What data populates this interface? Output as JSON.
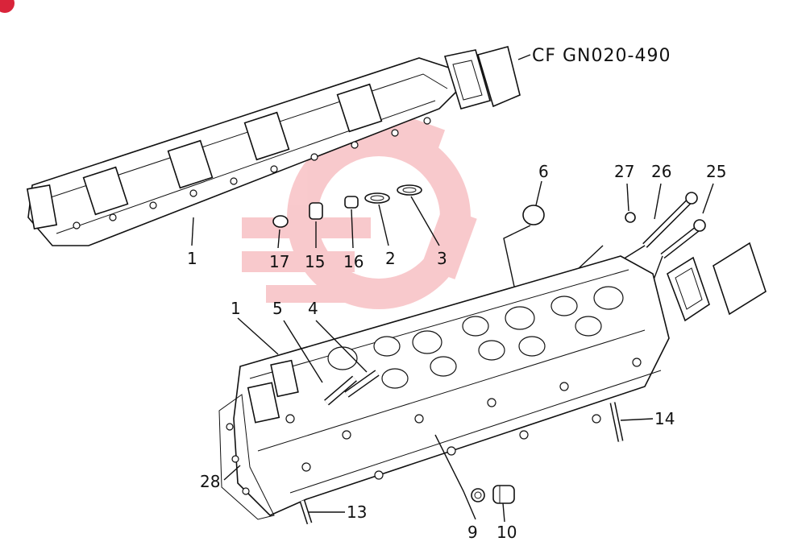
{
  "reference": {
    "text": "CF GN020-490"
  },
  "callouts": [
    {
      "id": "17",
      "label": "17"
    },
    {
      "id": "15",
      "label": "15"
    },
    {
      "id": "16",
      "label": "16"
    },
    {
      "id": "2",
      "label": "2"
    },
    {
      "id": "3",
      "label": "3"
    },
    {
      "id": "1-top",
      "label": "1"
    },
    {
      "id": "6",
      "label": "6"
    },
    {
      "id": "27",
      "label": "27"
    },
    {
      "id": "26",
      "label": "26"
    },
    {
      "id": "25",
      "label": "25"
    },
    {
      "id": "1-bottom",
      "label": "1"
    },
    {
      "id": "5",
      "label": "5"
    },
    {
      "id": "4",
      "label": "4"
    },
    {
      "id": "14",
      "label": "14"
    },
    {
      "id": "28",
      "label": "28"
    },
    {
      "id": "13",
      "label": "13"
    },
    {
      "id": "9",
      "label": "9"
    },
    {
      "id": "10",
      "label": "10"
    }
  ],
  "colors": {
    "line": "#111111",
    "watermark": "#e8424a",
    "badge": "#d9243a"
  },
  "icons": {
    "badge": "corner-badge-icon",
    "watermark": "gear-logo-watermark"
  }
}
